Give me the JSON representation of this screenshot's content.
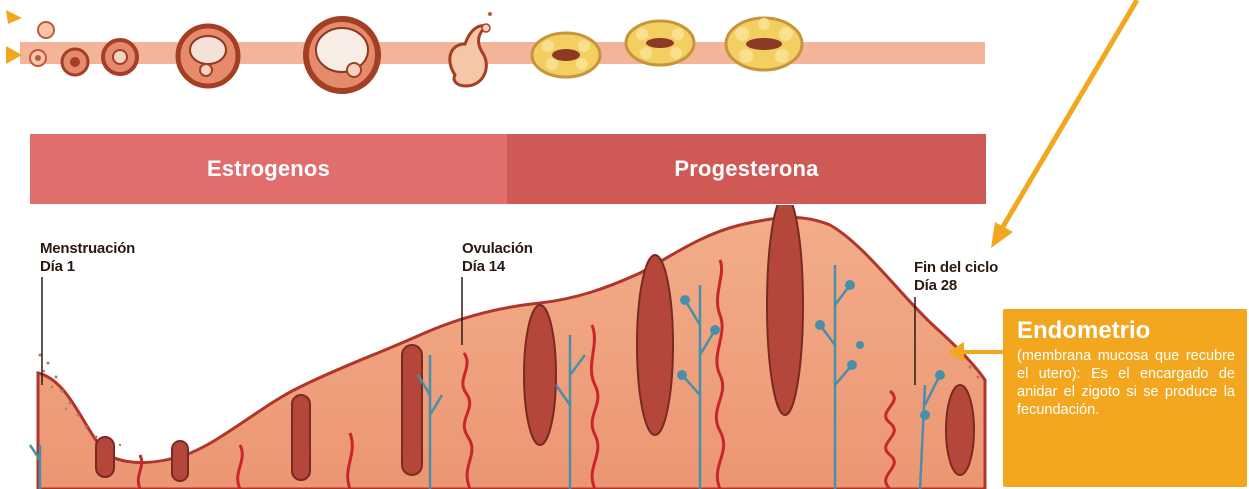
{
  "hormones": {
    "estrogen_label": "Estrogenos",
    "progesterone_label": "Progesterona"
  },
  "markers": {
    "menstruation": {
      "title": "Menstruación",
      "day": "Día 1"
    },
    "ovulation": {
      "title": "Ovulación",
      "day": "Día 14"
    },
    "cycle_end": {
      "title": "Fin del ciclo",
      "day": "Día 28"
    }
  },
  "callout": {
    "title": "Endometrio",
    "body": "(membrana mucosa que recubre el utero): Es el encargado de anidar el zigoto si se produce la fecundación."
  },
  "colors": {
    "estrogen_bar": "#e26d6d",
    "progesterone_bar": "#cf5a55",
    "callout": "#f2a71e",
    "tissue": "#f0a582",
    "vessel_red": "#c8262a",
    "vessel_blue": "#4a8fa8",
    "corpus_luteum": "#f3cf62"
  },
  "icons": [
    "follicle-icon",
    "ovulation-icon",
    "corpus-luteum-icon",
    "pointer-arrow-icon",
    "callout-arrow-icon"
  ]
}
